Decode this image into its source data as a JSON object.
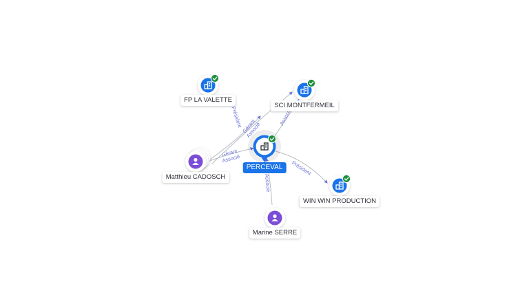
{
  "center": {
    "name": "PERCEVAL",
    "icon": "building-icon",
    "verified": true,
    "color": "#1a73e8"
  },
  "companies": [
    {
      "id": "fp",
      "name": "FP LA VALETTE",
      "icon": "building-icon",
      "verified": true
    },
    {
      "id": "sci",
      "name": "SCI MONTFERMEIL",
      "icon": "building-icon",
      "verified": true
    },
    {
      "id": "www",
      "name": "WIN WIN PRODUCTION",
      "icon": "building-icon",
      "verified": true
    }
  ],
  "people": [
    {
      "id": "matthieu",
      "name": "Matthieu CADOSCH",
      "icon": "person-icon"
    },
    {
      "id": "marine",
      "name": "Marine SERRE",
      "icon": "person-icon"
    }
  ],
  "edges": [
    {
      "from": "matthieu",
      "to": "center",
      "labels": [
        "Gérant",
        "Associé"
      ]
    },
    {
      "from": "matthieu",
      "to": "fp",
      "labels": [
        "Président"
      ]
    },
    {
      "from": "matthieu",
      "to": "sci",
      "labels": [
        "Gérant",
        "Associé"
      ]
    },
    {
      "from": "center",
      "to": "sci",
      "labels": [
        "Associé"
      ]
    },
    {
      "from": "center",
      "to": "www",
      "labels": [
        "Président"
      ]
    },
    {
      "from": "marine",
      "to": "center",
      "labels": [
        "Associé"
      ]
    }
  ],
  "colors": {
    "company": "#1a73e8",
    "person": "#7c4dd6",
    "verified": "#1e8e3e",
    "edge": "#b8bcc4",
    "edge_label": "#6b72d6"
  }
}
